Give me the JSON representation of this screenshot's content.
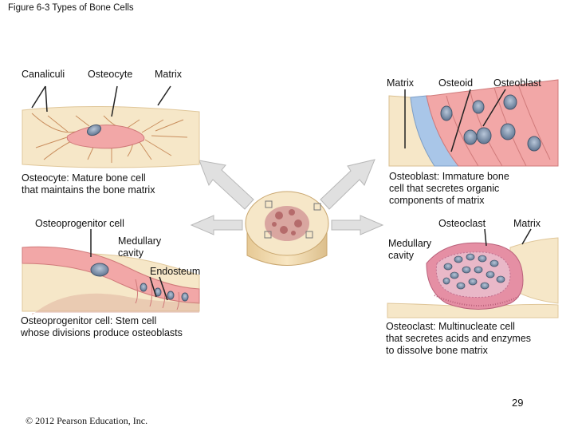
{
  "title": "Figure 6-3 Types of Bone Cells",
  "osteocyte_panel": {
    "labels": [
      "Canaliculi",
      "Osteocyte",
      "Matrix"
    ],
    "caption_line1": "Osteocyte: Mature bone cell",
    "caption_line2": "that maintains the bone matrix"
  },
  "osteoblast_panel": {
    "labels": [
      "Matrix",
      "Osteoid",
      "Osteoblast"
    ],
    "caption_line1": "Osteoblast: Immature bone",
    "caption_line2": "cell that secretes organic",
    "caption_line3": "components of matrix"
  },
  "osteoprogenitor_panel": {
    "label_cell": "Osteoprogenitor cell",
    "label_cavity_1": "Medullary",
    "label_cavity_2": "cavity",
    "label_endosteum": "Endosteum",
    "caption_line1": "Osteoprogenitor cell: Stem cell",
    "caption_line2": "whose divisions produce osteoblasts"
  },
  "osteoclast_panel": {
    "label_cell": "Osteoclast",
    "label_matrix": "Matrix",
    "label_cavity_1": "Medullary",
    "label_cavity_2": "cavity",
    "caption_line1": "Osteoclast: Multinucleate cell",
    "caption_line2": "that secretes acids and enzymes",
    "caption_line3": "to dissolve bone matrix"
  },
  "page_number": "29",
  "copyright": "© 2012 Pearson Education, Inc.",
  "colors": {
    "bone": "#f6e7c8",
    "cell_pink": "#f2a7a7",
    "nucleus": "#7b8ea6",
    "osteoid_blue": "#a9c6e8",
    "arrow_gray": "#d8d8d8"
  }
}
